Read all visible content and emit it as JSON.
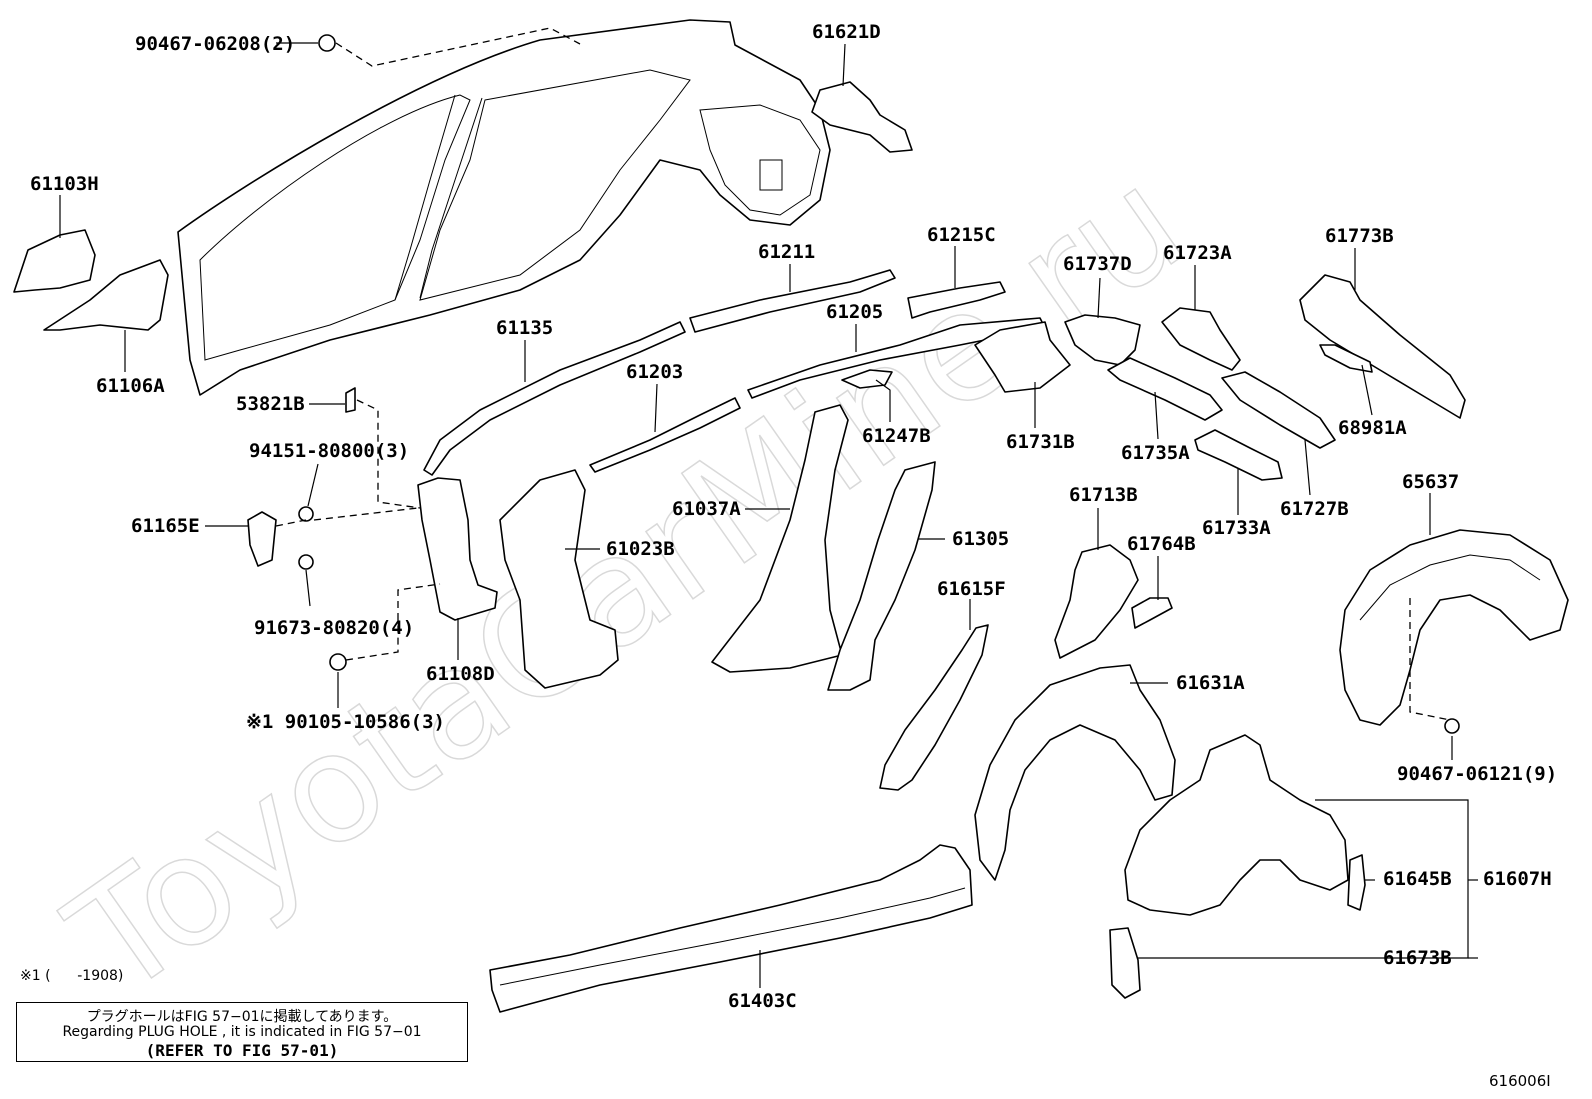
{
  "watermark": "ToyotaCarMine.ru",
  "figure_id": "616006I",
  "footnote": "※1 (      -1908)",
  "note_box": {
    "line_ja": "プラグホールはFIG 57−01に掲載してあります。",
    "line_en": "Regarding PLUG HOLE , it is indicated in FIG 57−01",
    "line_ref": "(REFER TO FIG 57-01)"
  },
  "parts": {
    "p90467_06208": "90467-06208(2)",
    "p61621D": "61621D",
    "p61103H": "61103H",
    "p61106A": "61106A",
    "p61211": "61211",
    "p61215C": "61215C",
    "p61737D": "61737D",
    "p61723A": "61723A",
    "p61773B": "61773B",
    "p61135": "61135",
    "p61205": "61205",
    "p53821B": "53821B",
    "p61203": "61203",
    "p94151_80800": "94151-80800(3)",
    "p61247B": "61247B",
    "p61731B": "61731B",
    "p61735A": "61735A",
    "p68981A": "68981A",
    "p61165E": "61165E",
    "p61037A": "61037A",
    "p61023B": "61023B",
    "p61713B": "61713B",
    "p61733A": "61733A",
    "p61727B": "61727B",
    "p65637": "65637",
    "p61305": "61305",
    "p61764B": "61764B",
    "p61615F": "61615F",
    "p91673_80820": "91673-80820(4)",
    "p61108D": "61108D",
    "p61631A": "61631A",
    "p90105_10586": "※1 90105-10586(3)",
    "p90467_06121": "90467-06121(9)",
    "p61645B": "61645B",
    "p61607H": "61607H",
    "p61673B": "61673B",
    "p61403C": "61403C"
  }
}
